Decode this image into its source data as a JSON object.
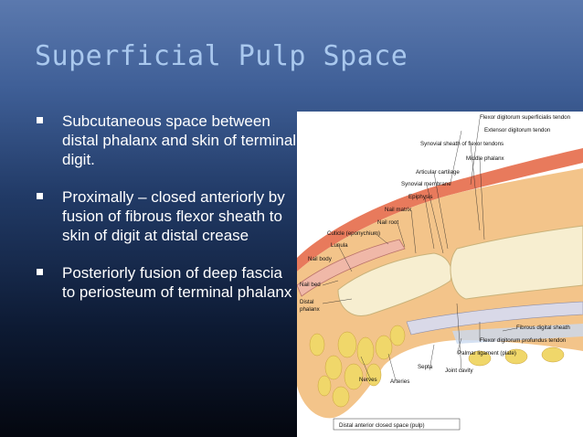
{
  "slide": {
    "title": "Superficial Pulp Space",
    "bullets": [
      "Subcutaneous space between distal phalanx and skin of terminal digit.",
      "Proximally – closed anteriorly by fusion of fibrous flexor sheath to skin of digit at distal crease",
      "Posteriorly fusion of deep fascia to periosteum of terminal phalanx"
    ]
  },
  "figure": {
    "labels": {
      "fds": "Flexor digitorum superficialis tendon",
      "ed": "Extensor digitorum tendon",
      "synovial_sheath": "Synovial sheath of flexor tendons",
      "middle_phalanx": "Middle phalanx",
      "articular_cartilage": "Articular cartilage",
      "synovial_membrane": "Synovial membrane",
      "epiphysis": "Epiphysis",
      "nail_matrix": "Nail matrix",
      "nail_root": "Nail root",
      "cuticle": "Cuticle (eponychium)",
      "lunula": "Lunula",
      "nail_body": "Nail body",
      "nail_bed": "Nail bed",
      "distal_phalanx_1": "Distal",
      "distal_phalanx_2": "phalanx",
      "fibrous_sheath": "Fibrous digital sheath",
      "fdp": "Flexor digitorum profundus tendon",
      "palmar_ligament": "Palmar ligament (plate)",
      "septa": "Septa",
      "joint_cavity": "Joint cavity",
      "nerves": "Nerves",
      "arteries": "Arteries",
      "closed_space": "Distal anterior closed space (pulp)"
    }
  }
}
